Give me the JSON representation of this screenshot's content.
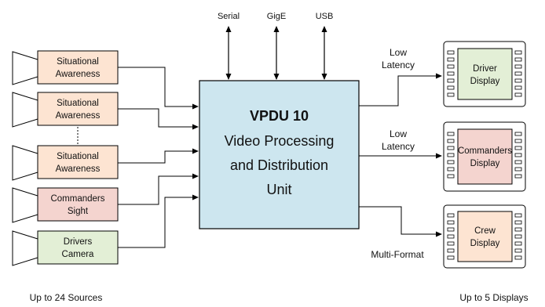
{
  "interfaces": {
    "serial": "Serial",
    "gige": "GigE",
    "usb": "USB"
  },
  "main_unit": {
    "title": "VPDU 10",
    "line1": "Video Processing",
    "line2": "and Distribution",
    "line3": "Unit"
  },
  "sources": [
    {
      "line1": "Situational",
      "line2": "Awareness",
      "color": "#fde4d2"
    },
    {
      "line1": "Situational",
      "line2": "Awareness",
      "color": "#fde4d2"
    },
    {
      "line1": "Situational",
      "line2": "Awareness",
      "color": "#fde4d2"
    },
    {
      "line1": "Commanders",
      "line2": "Sight",
      "color": "#f4d4cf"
    },
    {
      "line1": "Drivers",
      "line2": "Camera",
      "color": "#e3efd6"
    }
  ],
  "outputs": [
    {
      "link_line1": "Low",
      "link_line2": "Latency",
      "display_line1": "Driver",
      "display_line2": "Display",
      "color": "#e3efd6"
    },
    {
      "link_line1": "Low",
      "link_line2": "Latency",
      "display_line1": "Commanders",
      "display_line2": "Display",
      "color": "#f4d4cf"
    },
    {
      "link_line1": "Multi-Format",
      "link_line2": "",
      "display_line1": "Crew",
      "display_line2": "Display",
      "color": "#fde4d2"
    }
  ],
  "footer": {
    "sources_count": "Up to 24 Sources",
    "displays_count": "Up to 5 Displays"
  },
  "colors": {
    "main_fill": "#cde6ef",
    "line": "#000000"
  }
}
